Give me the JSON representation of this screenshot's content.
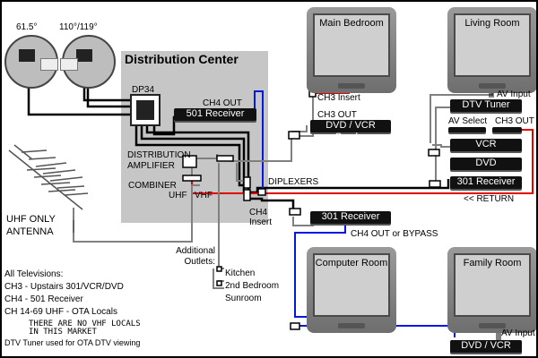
{
  "dishes": [
    {
      "label": "61.5°"
    },
    {
      "label": "110°/119°"
    }
  ],
  "distribution_center": {
    "title": "Distribution Center",
    "switch_label": "DP34",
    "receiver_501": "501  Receiver",
    "ch4_out": "CH4 OUT",
    "amplifier_label": "DISTRIBUTION\nAMPLIFIER",
    "amplifier_line1": "DISTRIBUTION",
    "amplifier_line2": "AMPLIFIER",
    "combiner_label": "COMBINER",
    "uhf": "UHF",
    "vhf": "VHF",
    "ch4_insert_line1": "CH4",
    "ch4_insert_line2": "Insert",
    "diplexers": "DIPLEXERS"
  },
  "antenna": {
    "line1": "UHF ONLY",
    "line2": "ANTENNA"
  },
  "outlets": {
    "label_line1": "Additional",
    "label_line2": "Outlets:",
    "items": [
      "Kitchen",
      "2nd Bedroom",
      "Sunroom"
    ]
  },
  "rooms": {
    "main_bedroom": {
      "name": "Main Bedroom",
      "ch3_insert": "CH3 Insert",
      "ch3_out": "CH3 OUT",
      "device": "DVD / VCR Combo"
    },
    "living_room": {
      "name": "Living Room",
      "av_input": "AV Input",
      "dtv_tuner": "DTV Tuner",
      "av_select": "AV Select",
      "ch3_out": "CH3 OUT",
      "vcr": "VCR",
      "dvd": "DVD",
      "receiver": "301 Receiver",
      "return": "<< RETURN"
    },
    "computer_room": {
      "name": "Computer Room",
      "receiver": "301 Receiver",
      "ch4_out_prefix": "CH4 OUT",
      "ch4_out_or": "or",
      "ch4_out_suffix": "BYPASS"
    },
    "family_room": {
      "name": "Family Room",
      "av_input": "AV Input",
      "device": "DVD / VCR"
    }
  },
  "legend": {
    "title": "All Televisions:",
    "lines": [
      "CH3 - Upstairs 301/VCR/DVD",
      "CH4 - 501  Receiver",
      "CH 14-69 UHF - OTA Locals"
    ],
    "note_line1": "THERE ARE NO VHF LOCALS",
    "note_line2": "IN THIS MARKET",
    "footer": "DTV Tuner used for OTA DTV viewing"
  },
  "colors": {
    "coax_black": "#000000",
    "coax_gray": "#808080",
    "ch3_red": "#e00000",
    "ch4_blue": "#0018e0",
    "panel_gray": "#c6c6c6"
  }
}
